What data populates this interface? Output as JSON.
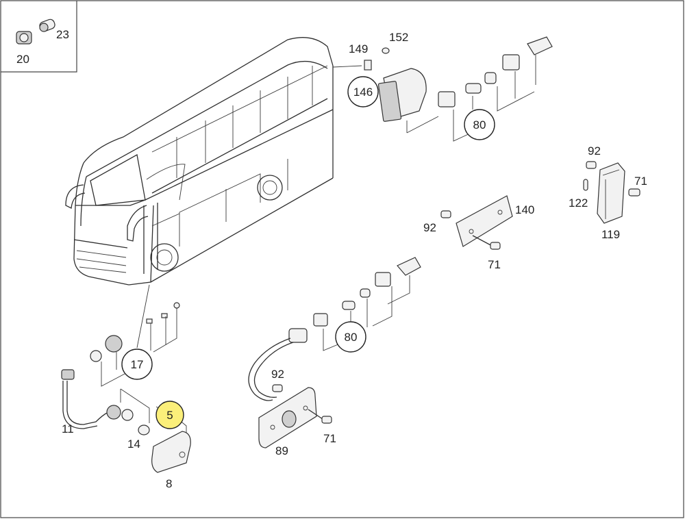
{
  "callouts": [
    {
      "id": "146",
      "highlighted": false
    },
    {
      "id": "80a",
      "text": "80",
      "highlighted": false
    },
    {
      "id": "17",
      "highlighted": false
    },
    {
      "id": "5",
      "highlighted": true
    },
    {
      "id": "80b",
      "text": "80",
      "highlighted": false
    }
  ],
  "labels": {
    "p20": "20",
    "p23": "23",
    "p149": "149",
    "p152": "152",
    "p146": "146",
    "p80a": "80",
    "p92a": "92",
    "p71a": "71",
    "p122": "122",
    "p119": "119",
    "p92b": "92",
    "p140": "140",
    "p71b": "71",
    "p17": "17",
    "p80b": "80",
    "p92c": "92",
    "p11": "11",
    "p5": "5",
    "p14": "14",
    "p8": "8",
    "p89": "89",
    "p71c": "71"
  },
  "colors": {
    "highlight": "#fbef7a",
    "line": "#2f2f2f"
  }
}
